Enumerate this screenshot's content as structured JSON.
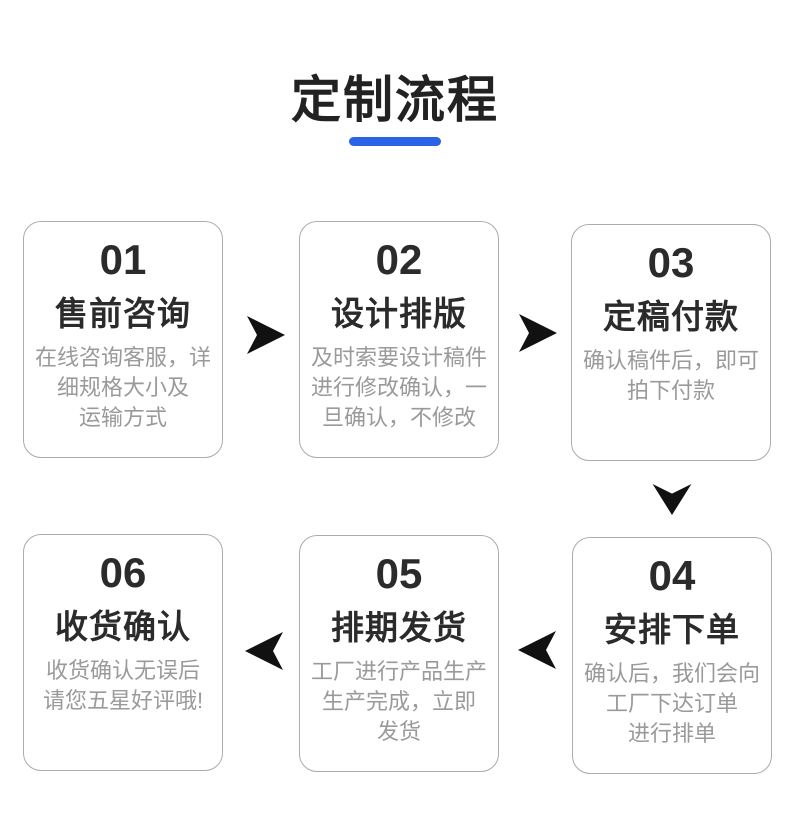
{
  "header": {
    "title": "定制流程"
  },
  "steps": [
    {
      "number": "01",
      "title": "售前咨询",
      "description": "在线咨询客服，详\n细规格大小及\n运输方式"
    },
    {
      "number": "02",
      "title": "设计排版",
      "description": "及时索要设计稿件\n进行修改确认，一\n旦确认，不修改"
    },
    {
      "number": "03",
      "title": "定稿付款",
      "description": "确认稿件后，即可\n拍下付款"
    },
    {
      "number": "04",
      "title": "安排下单",
      "description": "确认后，我们会向\n工厂下达订单\n进行排单"
    },
    {
      "number": "05",
      "title": "排期发货",
      "description": "工厂进行产品生产\n生产完成，立即\n发货"
    },
    {
      "number": "06",
      "title": "收货确认",
      "description": "收货确认无误后\n请您五星好评哦!"
    }
  ],
  "flow": {
    "arrow_icons": [
      "arrow-right-icon",
      "arrow-right-icon",
      "arrow-down-icon",
      "arrow-left-icon",
      "arrow-left-icon"
    ]
  },
  "colors": {
    "accent_blue": "#2b63e6",
    "arrow_black": "#111111",
    "card_border": "#ababab",
    "dark_text": "#2b2b2b",
    "muted_text": "#9a9a9a",
    "background": "#ffffff"
  }
}
